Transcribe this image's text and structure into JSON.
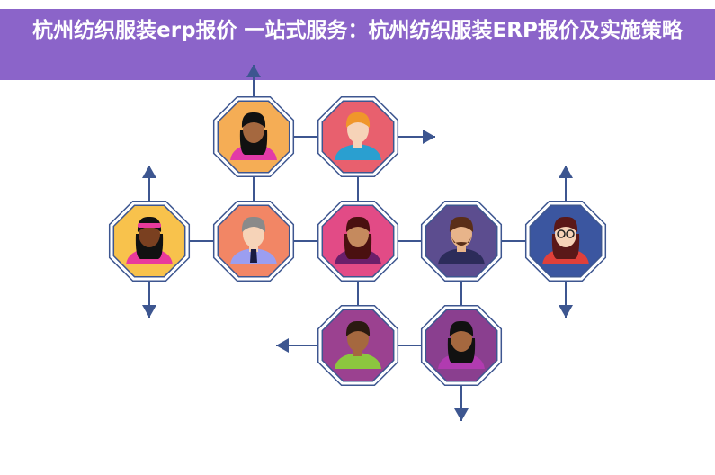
{
  "title": "杭州纺织服装erp报价 一站式服务：杭州纺织服装ERP报价及实施策略",
  "colors": {
    "banner": "#8b64c9",
    "line": "#3d5690"
  },
  "people": [
    {
      "id": "woman-ponytail",
      "bg": "#f5ad55",
      "hair": "#111",
      "skin": "#a5683f",
      "shirt": "#e23aa8"
    },
    {
      "id": "man-redhead",
      "bg": "#e8606e",
      "hair": "#f0962a",
      "skin": "#f6d3b8",
      "shirt": "#2a9fd0"
    },
    {
      "id": "woman-headband",
      "bg": "#f8c24c",
      "hair": "#111",
      "skin": "#7a4020",
      "shirt": "#e93a9c"
    },
    {
      "id": "man-tie",
      "bg": "#f28665",
      "hair": "#8a8a8a",
      "skin": "#f6d3b8",
      "shirt": "#9b9ef0"
    },
    {
      "id": "woman-bun",
      "bg": "#e24b86",
      "hair": "#4a1010",
      "skin": "#c58a5e",
      "shirt": "#6a1f6a"
    },
    {
      "id": "man-beard",
      "bg": "#5c4d8f",
      "hair": "#5a2e18",
      "skin": "#e8b48a",
      "shirt": "#2c2c5a"
    },
    {
      "id": "woman-glasses",
      "bg": "#3b56a0",
      "hair": "#5a1818",
      "skin": "#f6d3b8",
      "shirt": "#e0403a"
    },
    {
      "id": "man-green",
      "bg": "#9b4190",
      "hair": "#2a1a10",
      "skin": "#a5683f",
      "shirt": "#8cc63f"
    },
    {
      "id": "woman-curly",
      "bg": "#8a3f8f",
      "hair": "#111",
      "skin": "#a5683f",
      "shirt": "#b13bb0"
    }
  ]
}
